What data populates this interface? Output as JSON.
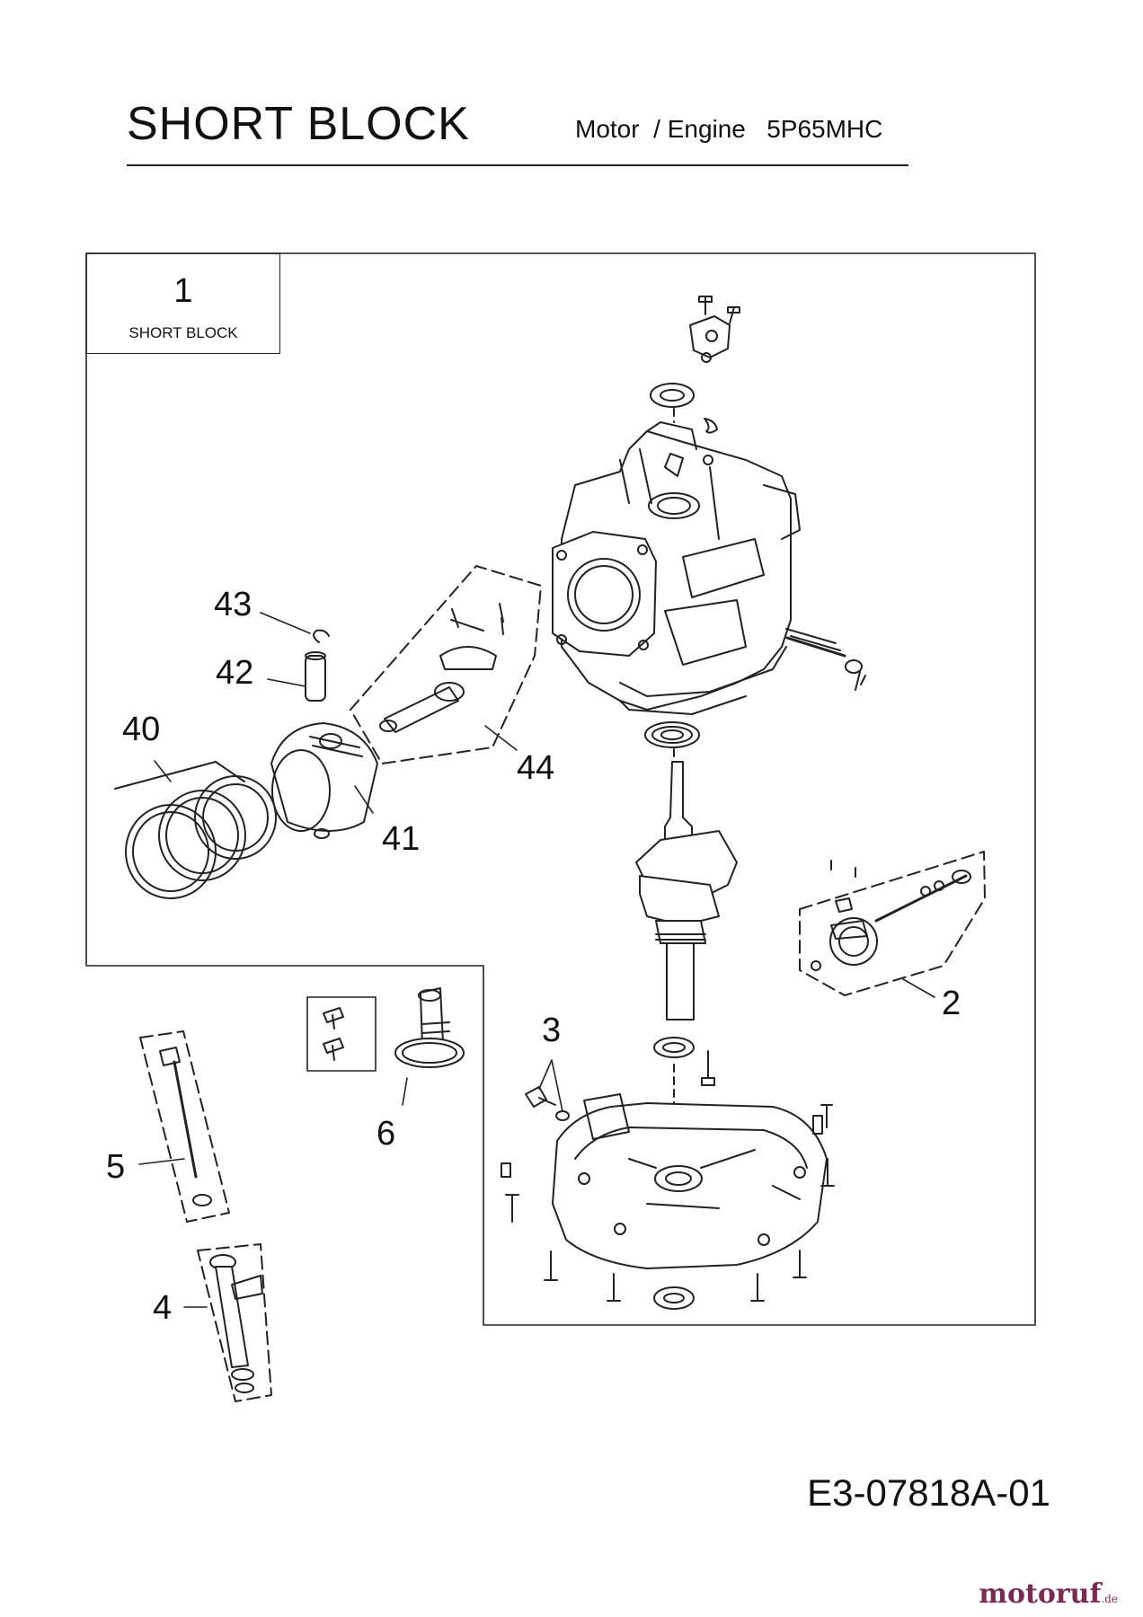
{
  "header": {
    "title": "SHORT BLOCK",
    "subtitle": "Motor  / Engine   5P65MHC"
  },
  "legend": {
    "number": "1",
    "label": "SHORT BLOCK"
  },
  "callouts": [
    {
      "id": "43",
      "label": "43"
    },
    {
      "id": "42",
      "label": "42"
    },
    {
      "id": "40",
      "label": "40"
    },
    {
      "id": "44",
      "label": "44"
    },
    {
      "id": "41",
      "label": "41"
    },
    {
      "id": "2",
      "label": "2"
    },
    {
      "id": "3",
      "label": "3"
    },
    {
      "id": "6",
      "label": "6"
    },
    {
      "id": "5",
      "label": "5"
    },
    {
      "id": "4",
      "label": "4"
    }
  ],
  "document_id": "E3-07818A-01",
  "watermark": {
    "text": "motoruf",
    "suffix": ".de"
  }
}
